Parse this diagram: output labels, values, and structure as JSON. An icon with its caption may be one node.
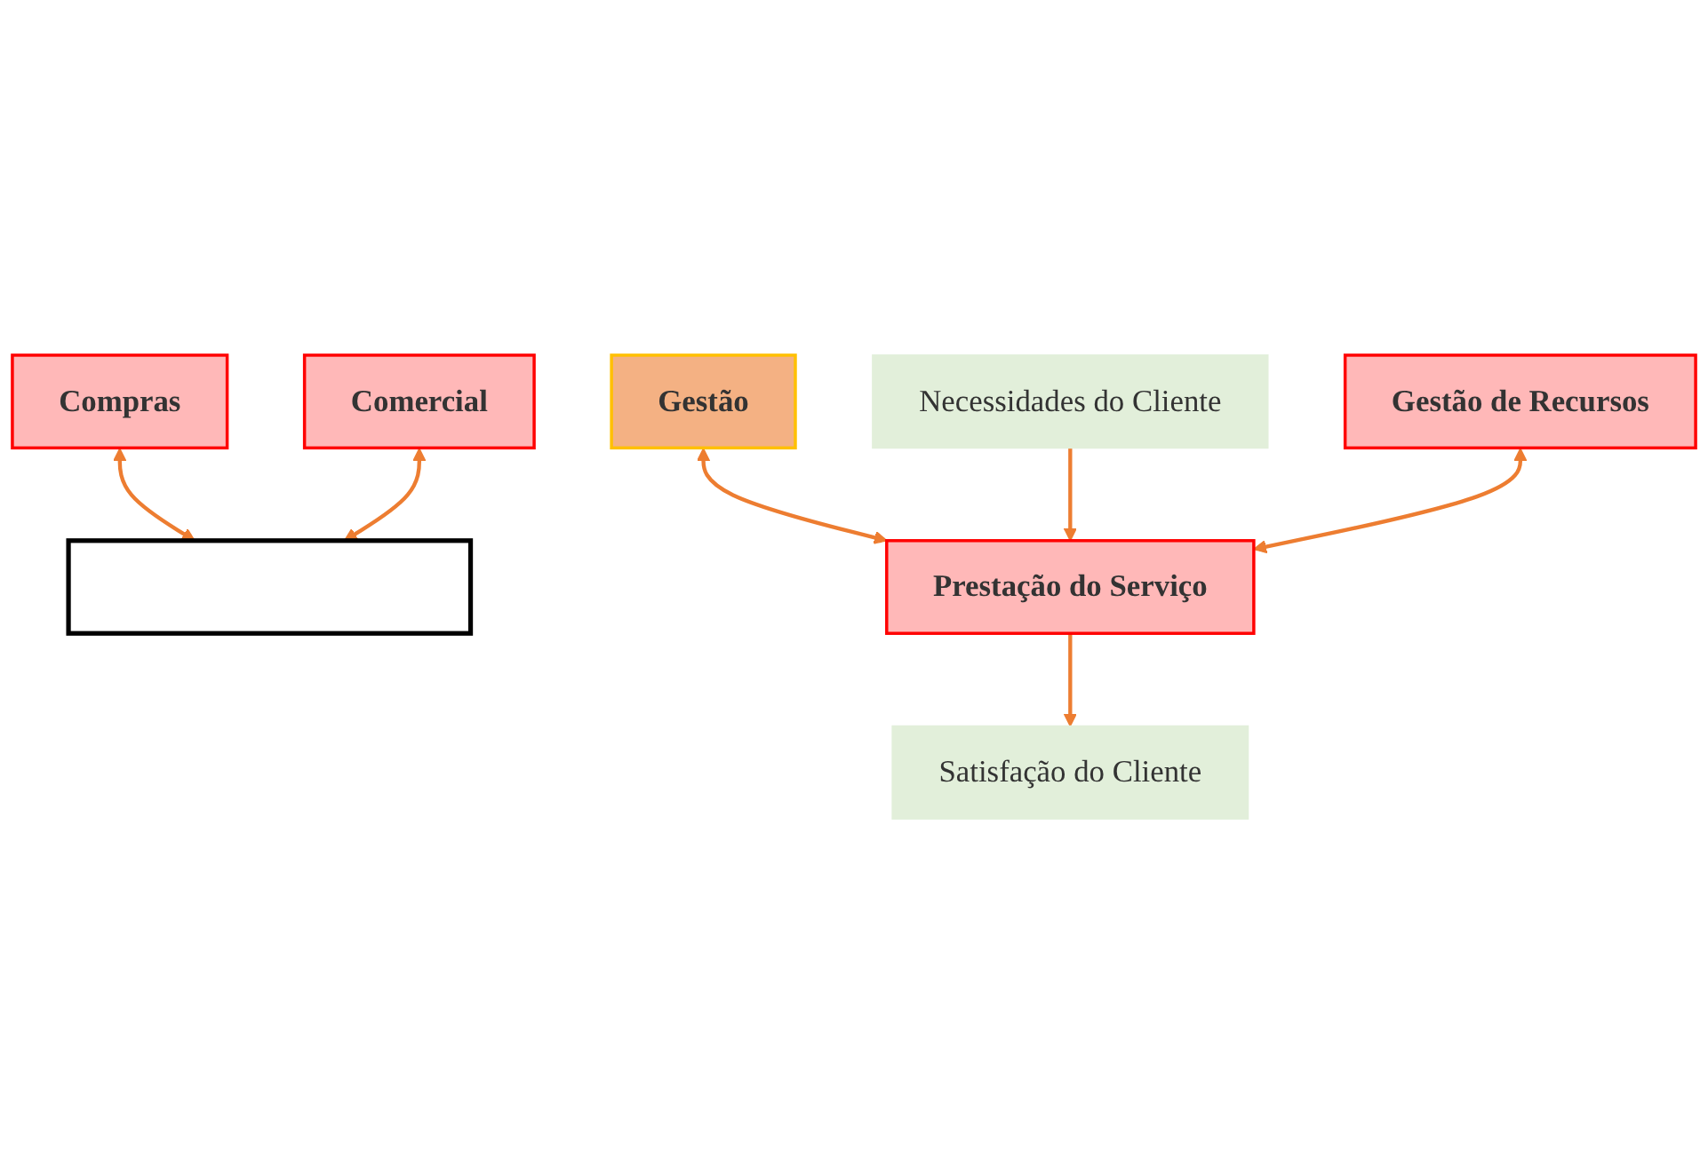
{
  "diagram": {
    "nodes": [
      {
        "text": [
          "Gestão"
        ]
      },
      {
        "text": [],
        "shape": "band"
      },
      {
        "text": [
          "Necessidades do Cliente"
        ]
      },
      {
        "text": [
          "Prestação do Serviço"
        ]
      },
      {
        "text": [
          "Satisfação do Cliente"
        ]
      },
      {
        "text": [
          "Compras"
        ]
      },
      {
        "text": [
          "Gestão de Recursos"
        ]
      },
      {
        "text": [
          "Comercial"
        ]
      }
    ],
    "edges": [
      {
        "from": 0,
        "to": 3,
        "arrow": "both"
      },
      {
        "from": 2,
        "to": 3,
        "arrow": "to"
      },
      {
        "from": 3,
        "to": 4,
        "arrow": "to"
      },
      {
        "from": 5,
        "to": 1,
        "arrow": "both"
      },
      {
        "from": 6,
        "to": 3,
        "arrow": "both"
      },
      {
        "from": 7,
        "to": 1,
        "arrow": "both"
      }
    ]
  }
}
